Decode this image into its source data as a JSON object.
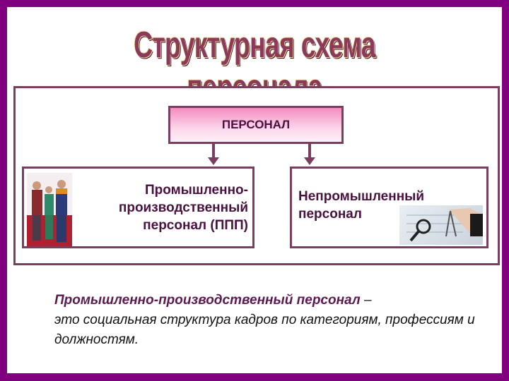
{
  "slide": {
    "title": "Структурная схема персонала",
    "colors": {
      "outer_border": "#800080",
      "box_border": "#7a3e5e",
      "title_fill": "#8b3a5a",
      "root_gradient_top": "#f58bc0",
      "text_dark": "#4a1040"
    }
  },
  "diagram": {
    "root": {
      "label": "ПЕРСОНАЛ"
    },
    "children": [
      {
        "lines": [
          "Промышленно-",
          "производственный",
          "персонал (ППП)"
        ],
        "image": "workers-in-uniform-photo"
      },
      {
        "lines": [
          "Непромышленный",
          "персонал"
        ],
        "image": "hand-with-magnifier-and-compass-photo"
      }
    ]
  },
  "definition": {
    "term": "Промышленно-производственный персонал",
    "dash": " –",
    "text": "это социальная структура кадров по категориям, профессиям и должностям."
  }
}
